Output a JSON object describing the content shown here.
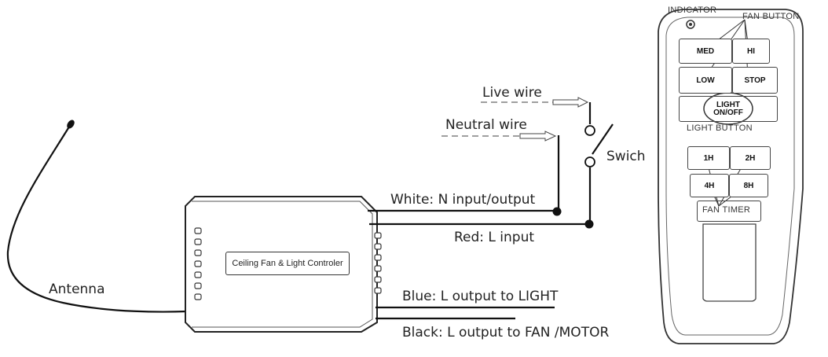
{
  "wiring": {
    "live_wire": "Live wire",
    "neutral_wire": "Neutral wire",
    "switch": "Swich",
    "white": "White: N input/output",
    "red": "Red: L input",
    "blue": "Blue: L output to LIGHT",
    "black": "Black: L output to FAN /MOTOR",
    "antenna": "Antenna"
  },
  "controller": {
    "label": "Ceiling Fan & Light Controler"
  },
  "remote": {
    "indicator": "INDICATOR",
    "fan_button": "FAN BUTTON",
    "light_button": "LIGHT BUTTON",
    "fan_timer": "FAN TIMER",
    "buttons": {
      "med": "MED",
      "hi": "HI",
      "low": "LOW",
      "stop": "STOP",
      "light_line1": "LIGHT",
      "light_line2": "ON/OFF",
      "t1": "1H",
      "t2": "2H",
      "t4": "4H",
      "t8": "8H"
    }
  }
}
